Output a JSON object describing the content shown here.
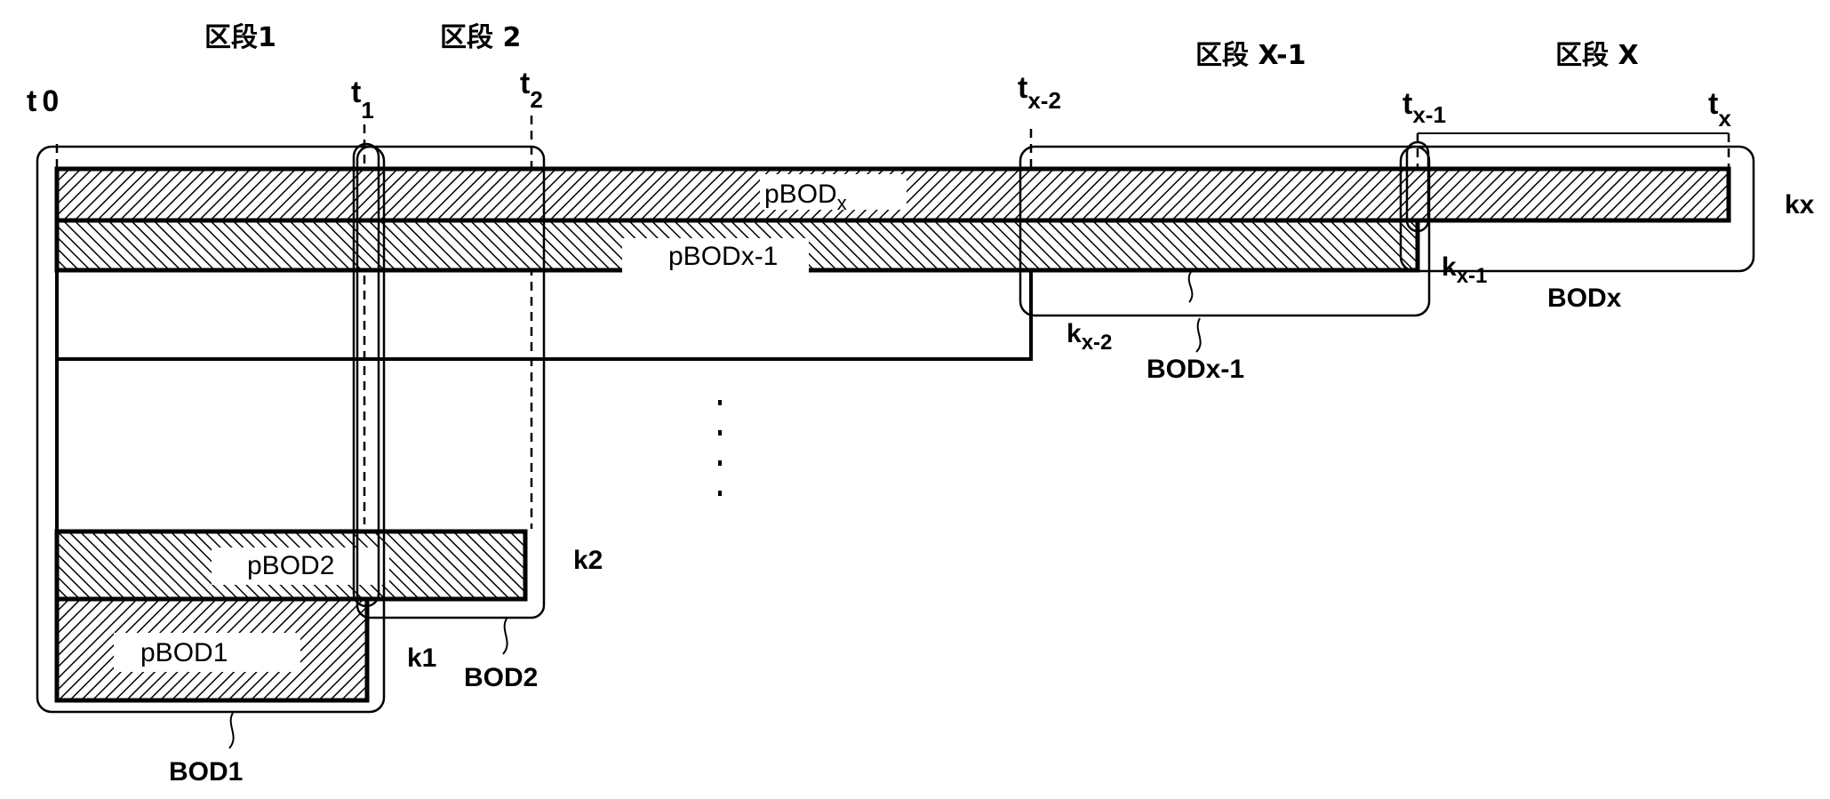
{
  "segments": {
    "seg1": "区段1",
    "seg2": "区段 2",
    "segxm1": "区段 X-1",
    "segx": "区段 X"
  },
  "times": {
    "t0": {
      "base": "t",
      "sub": "0"
    },
    "t1": {
      "base": "t",
      "sub": "1"
    },
    "t2": {
      "base": "t",
      "sub": "2"
    },
    "txm2": {
      "base": "t",
      "sub": "x-2"
    },
    "txm1": {
      "base": "t",
      "sub": "x-1"
    },
    "tx": {
      "base": "t",
      "sub": "x"
    }
  },
  "bars": {
    "pbodx": {
      "base": "pBOD",
      "sub": "x"
    },
    "pbodxm1": "pBODx-1",
    "pbod2": "pBOD2",
    "pbod1": "pBOD1"
  },
  "levels": {
    "kx": "kx",
    "kxm1": {
      "base": "k",
      "sub": "x-1"
    },
    "kxm2": {
      "base": "k",
      "sub": "x-2"
    },
    "k2": "k2",
    "k1": "k1"
  },
  "bods": {
    "bodx": "BODx",
    "bodxm1": "BODx-1",
    "bod2": "BOD2",
    "bod1": "BOD1"
  },
  "ellipsis": "⋮",
  "colors": {
    "ink": "#000000",
    "background": "#ffffff",
    "label_box": "#ffffff"
  }
}
